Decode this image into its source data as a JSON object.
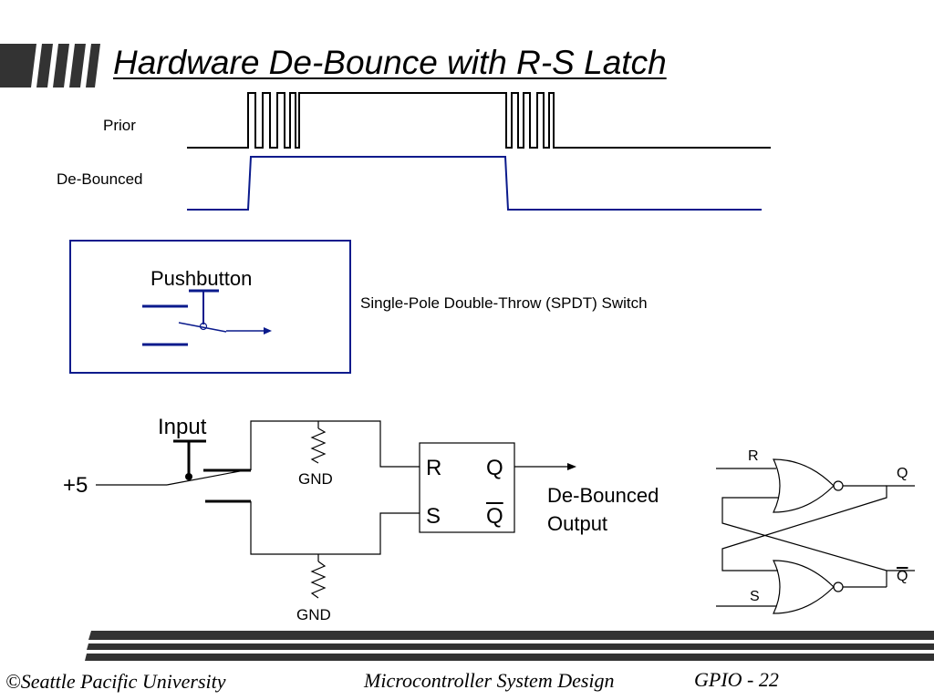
{
  "title": "Hardware De-Bounce with R-S Latch",
  "waveforms": {
    "prior_label": "Prior",
    "debounced_label": "De-Bounced"
  },
  "switch_panel": {
    "label": "Pushbutton",
    "caption": "Single-Pole Double-Throw (SPDT) Switch"
  },
  "circuit": {
    "input_label": "Input",
    "supply_label": "+5",
    "gnd_top": "GND",
    "gnd_bottom": "GND",
    "latch_r": "R",
    "latch_s": "S",
    "latch_q": "Q",
    "latch_qbar": "Q",
    "output_label_line1": "De-Bounced",
    "output_label_line2": "Output"
  },
  "nor_latch": {
    "r": "R",
    "s": "S",
    "q": "Q",
    "qbar": "Q"
  },
  "footer": {
    "copyright": "©Seattle Pacific University",
    "course": "Microcontroller System Design",
    "page": "GPIO - 22"
  },
  "colors": {
    "accent_blue": "#0a1a8c",
    "dark_gray": "#333333"
  }
}
